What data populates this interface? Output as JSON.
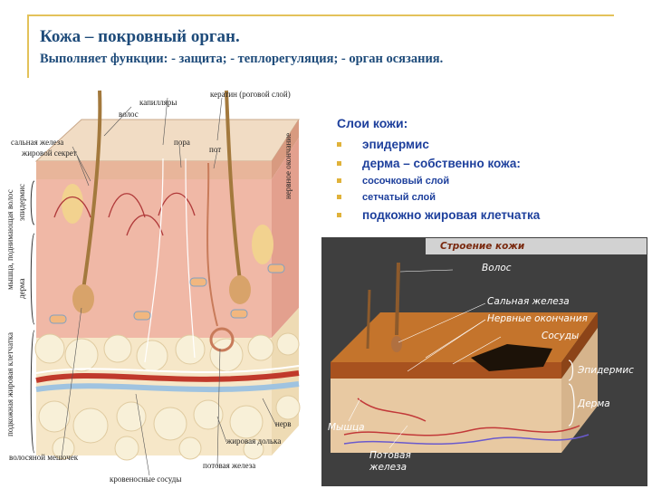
{
  "header": {
    "title": "Кожа – покровный орган.",
    "subtitle": "Выполняет функции:   - защита;   - теплорегуляция; - орган осязания."
  },
  "diagram": {
    "labels": {
      "capillaries": "капилляры",
      "keratin": "кератин (роговой слой)",
      "hair": "волос",
      "sebaceous_gland": "сальная железа",
      "sebum": "жировой секрет",
      "pore": "пора",
      "sweat": "пот",
      "nerve_ending": "нервное окончание",
      "arrector_muscle": "мышца, поднимающая волос",
      "epidermis": "эпидермис",
      "dermis": "дерма",
      "subcutaneous": "подкожная жировая клетчатка",
      "nerve": "нерв",
      "fat_lobule": "жировая долька",
      "hair_follicle": "волосяной мешочек",
      "sweat_gland": "потовая железа",
      "blood_vessels": "кровеносные сосуды"
    }
  },
  "layers": {
    "heading": "Слои кожи:",
    "items": [
      {
        "label": "эпидермис"
      },
      {
        "label": "дерма – собственно кожа:"
      },
      {
        "label": "сосочковый слой"
      },
      {
        "label": "сетчатый слой"
      },
      {
        "label": "подкожно жировая клетчатка"
      }
    ]
  },
  "photo": {
    "title": "Строение кожи",
    "labels": {
      "hair": "Волос",
      "sebaceous": "Сальная железа",
      "nerves": "Нервные окончания",
      "vessels": "Сосуды",
      "epidermis": "Эпидермис",
      "dermis": "Дерма",
      "muscle": "Мышца",
      "sweat_gland": "Потовая\nжелеза"
    }
  },
  "colors": {
    "title": "#1e4b7a",
    "list_text": "#1d3f9c",
    "bullet": "#e0b23a",
    "rule": "#e3c25a"
  }
}
